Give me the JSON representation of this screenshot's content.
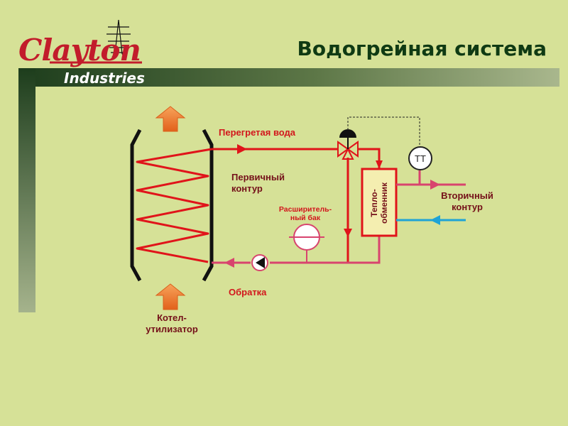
{
  "title": "Водогрейная система",
  "logo": {
    "brand": "Clayton",
    "subtitle": "Industries"
  },
  "labels": {
    "superheated_water": "Перегретая вода",
    "primary_circuit_1": "Первичный",
    "primary_circuit_2": "контур",
    "expansion_tank_1": "Расширитель-",
    "expansion_tank_2": "ный бак",
    "heat_exchanger_1": "Тепло-",
    "heat_exchanger_2": "обменник",
    "temperature_sensor": "ТТ",
    "secondary_circuit_1": "Вторичный",
    "secondary_circuit_2": "контур",
    "return": "Обратка",
    "boiler_1": "Котел-",
    "boiler_2": "утилизатор"
  },
  "colors": {
    "background": "#d6e197",
    "title": "#0f3a13",
    "brand": "#c21c2b",
    "supply_pipe": "#e0141a",
    "return_pipe": "#d8446e",
    "cold_pipe": "#1fa3d6",
    "flame_arrow": "#f07a1e",
    "heat_exchanger_fill": "#f4eeb0"
  }
}
